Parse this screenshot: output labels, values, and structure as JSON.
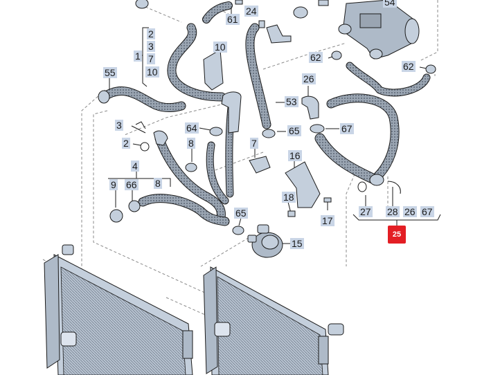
{
  "callouts": {
    "c54": "54",
    "c24": "24",
    "c61": "61",
    "c2a": "2",
    "c3a": "3",
    "c1": "1",
    "c7a": "7",
    "c10a": "10",
    "c10b": "10",
    "c62a": "62",
    "c62b": "62",
    "c55": "55",
    "c26a": "26",
    "c53": "53",
    "c3b": "3",
    "c64": "64",
    "c65a": "65",
    "c67a": "67",
    "c2b": "2",
    "c8a": "8",
    "c7b": "7",
    "c16": "16",
    "c4": "4",
    "c9": "9",
    "c66": "66",
    "c8b": "8",
    "c18": "18",
    "c17": "17",
    "c65b": "65",
    "c27": "27",
    "c28": "28",
    "c26b": "26",
    "c67b": "67",
    "c15": "15"
  },
  "highlight": {
    "label": "25",
    "color": "#e31e24"
  },
  "colors": {
    "hose": "#8a95a3",
    "line": "#1a1a1a",
    "callout_bg": "#c9d5e6",
    "guide": "#8a8a8a"
  },
  "icons": [
    "hose-icon",
    "radiator-icon",
    "pump-icon",
    "clamp-icon",
    "bracket-icon",
    "thermostat-housing-icon",
    "connector-icon"
  ]
}
